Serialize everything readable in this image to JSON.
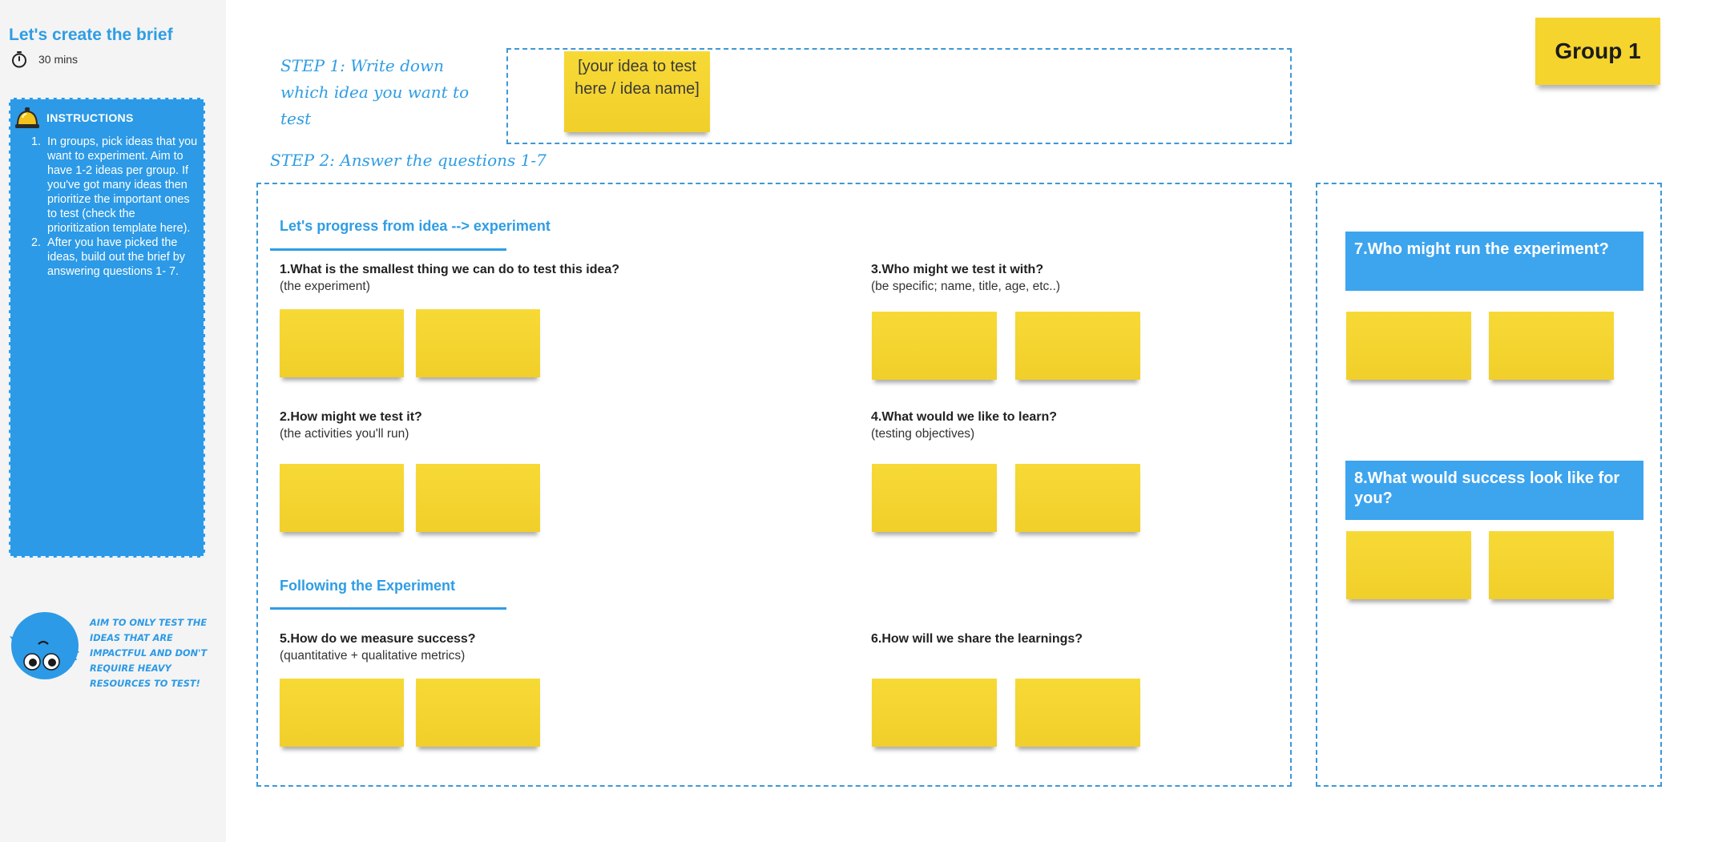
{
  "sidebar": {
    "title": "Let's create the brief",
    "timer_text": "30 mins",
    "instructions": {
      "title": "INSTRUCTIONS",
      "items": [
        {
          "num": "1.",
          "text": "In groups, pick ideas that you want to experiment. Aim to have 1-2 ideas per group. If you've got many ideas then prioritize the important ones to test (check the prioritization template here)."
        },
        {
          "num": "2.",
          "text": "After you have picked the ideas, build out the brief by answering questions 1- 7."
        }
      ]
    },
    "mascot_note": "Aim to only test the ideas that are impactful and don't require heavy resources to test!"
  },
  "steps": {
    "step1": "STEP 1: Write down which idea you want to test",
    "step2": "STEP 2: Answer the questions 1-7"
  },
  "idea_sticky": "[your idea to test here / idea name]",
  "group_label": "Group 1",
  "sections": {
    "progress": "Let's progress from idea --> experiment",
    "following": "Following the Experiment"
  },
  "questions": {
    "q1": {
      "title": "1.What is the smallest thing we can do to test this idea?",
      "sub": "(the experiment)"
    },
    "q2": {
      "title": "2.How might we test it?",
      "sub": "(the activities you'll run)"
    },
    "q3": {
      "title": "3.Who might we test it with?",
      "sub": "(be specific; name, title, age, etc..)"
    },
    "q4": {
      "title": "4.What would we like to learn?",
      "sub": "(testing objectives)"
    },
    "q5": {
      "title": "5.How do we measure success?",
      "sub": "(quantitative + qualitative metrics)"
    },
    "q6": {
      "title": "6.How will we share the learnings?"
    },
    "q7": {
      "title": "7.Who might run the experiment?"
    },
    "q8": {
      "title": "8.What would success look like for you?"
    }
  },
  "colors": {
    "accent": "#2f9de4",
    "instructions_bg": "#2c9ae6",
    "sticky": "#f5d42e",
    "header_bg": "#3da4ee"
  },
  "icons": [
    "timer-icon",
    "bell-icon",
    "mascot-icon"
  ]
}
